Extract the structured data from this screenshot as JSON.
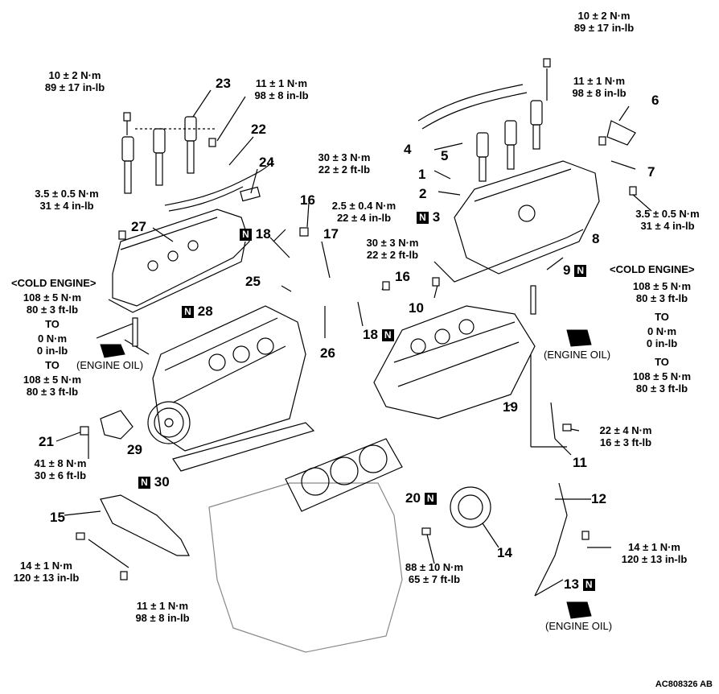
{
  "torques": {
    "t_coil_left_bolt": [
      "10 ± 2 N·m",
      "89 ± 17 in-lb"
    ],
    "t_harness_left": [
      "11 ± 1 N·m",
      "98 ± 8 in-lb"
    ],
    "t_cover_left": [
      "3.5 ± 0.5 N·m",
      "31 ± 4 in-lb"
    ],
    "t_stud_16_top": [
      "30 ± 3 N·m",
      "22 ± 2 ft-lb"
    ],
    "t_sensor_1": [
      "2.5 ± 0.4 N·m",
      "22 ± 4 in-lb"
    ],
    "t_stud_16_mid": [
      "30 ± 3 N·m",
      "22 ± 2 ft-lb"
    ],
    "t_coil_right_bolt": [
      "10 ± 2 N·m",
      "89 ± 17 in-lb"
    ],
    "t_harness_right": [
      "11 ± 1 N·m",
      "98 ± 8 in-lb"
    ],
    "t_cover_right": [
      "3.5 ± 0.5 N·m",
      "31 ± 4 in-lb"
    ],
    "t_bracket_11": [
      "22 ± 4 N·m",
      "16 ± 3 ft-lb"
    ],
    "t_sprocket_21": [
      "41 ± 8 N·m",
      "30 ± 6 ft-lb"
    ],
    "t_cover15_bolt_a": [
      "14 ± 1 N·m",
      "120 ± 13 in-lb"
    ],
    "t_cover15_bolt_b": [
      "11 ± 1 N·m",
      "98 ± 8 in-lb"
    ],
    "t_sprocket_14": [
      "88 ± 10 N·m",
      "65 ± 7 ft-lb"
    ],
    "t_dipstick_12": [
      "14 ± 1 N·m",
      "120 ± 13 in-lb"
    ]
  },
  "cold_engine_left": {
    "heading": "<COLD ENGINE>",
    "lines": [
      "108 ± 5 N·m",
      "80 ± 3 ft-lb",
      "TO",
      "0 N·m",
      "0 in-lb",
      "TO",
      "108 ± 5 N·m",
      "80 ± 3 ft-lb"
    ],
    "oil": "(ENGINE OIL)"
  },
  "cold_engine_right": {
    "heading": "<COLD ENGINE>",
    "lines": [
      "108 ± 5 N·m",
      "80 ± 3 ft-lb",
      "TO",
      "0 N·m",
      "0 in-lb",
      "TO",
      "108 ± 5 N·m",
      "80 ± 3 ft-lb"
    ],
    "oil": "(ENGINE OIL)"
  },
  "oil_13": "(ENGINE OIL)",
  "n_marker": "N",
  "callouts": {
    "c1": "1",
    "c2": "2",
    "c3": "3",
    "c4": "4",
    "c5": "5",
    "c6": "6",
    "c7": "7",
    "c8": "8",
    "c9": "9",
    "c10": "10",
    "c11": "11",
    "c12": "12",
    "c13": "13",
    "c14": "14",
    "c15": "15",
    "c16a": "16",
    "c16b": "16",
    "c17": "17",
    "c18a": "18",
    "c18b": "18",
    "c19": "19",
    "c20": "20",
    "c21": "21",
    "c22": "22",
    "c23": "23",
    "c24": "24",
    "c25": "25",
    "c26": "26",
    "c27": "27",
    "c28": "28",
    "c29": "29",
    "c30": "30"
  },
  "figure_ref": "AC808326 AB",
  "icons": [
    "bolt-icon",
    "ignition-coil-icon",
    "oil-can-icon",
    "cylinder-head-art",
    "gasket-art",
    "sprocket-art"
  ]
}
